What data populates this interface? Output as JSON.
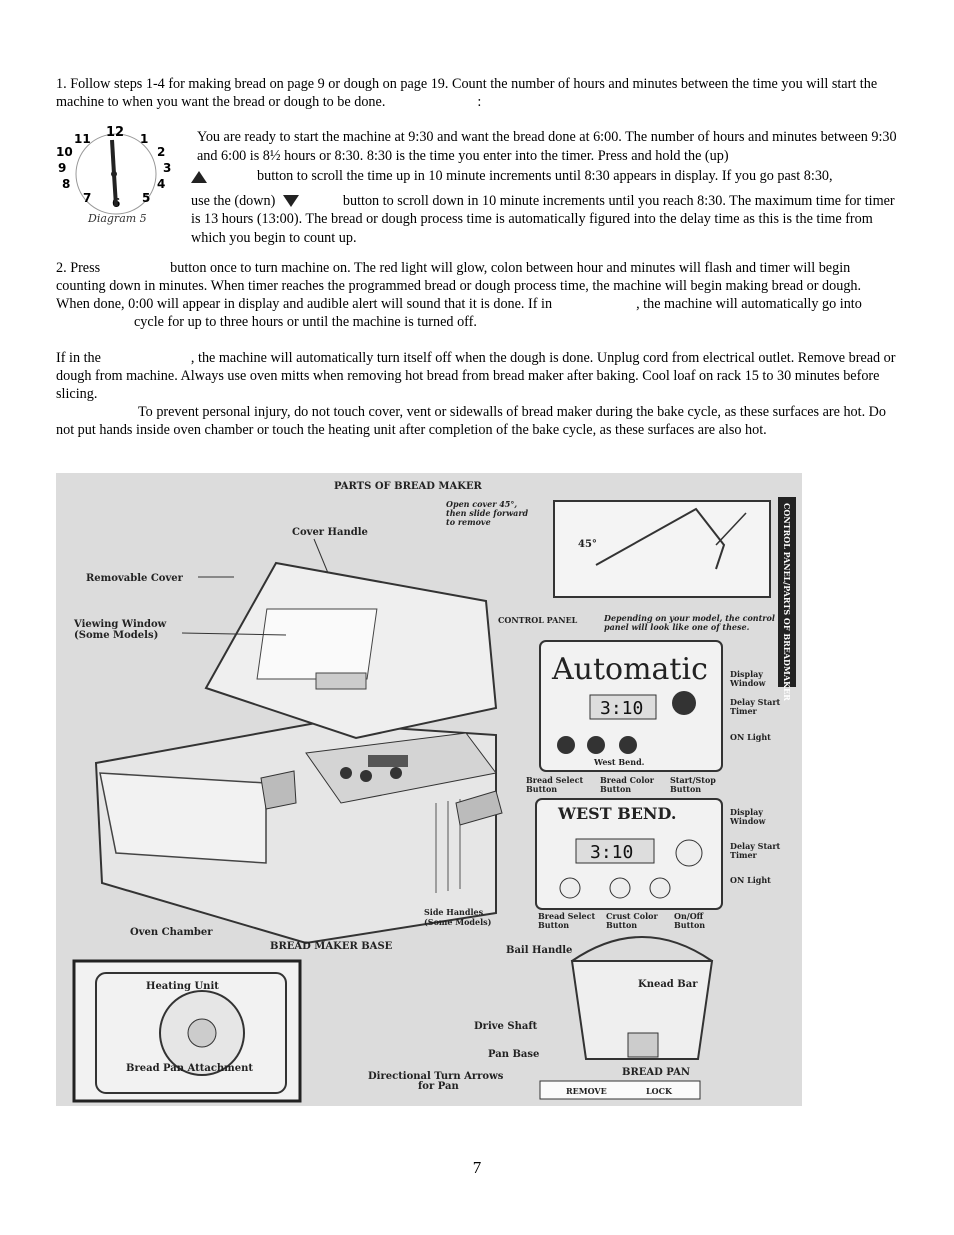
{
  "step1": {
    "text": "1. Follow steps 1-4 for making bread on page 9 or dough on page 19.  Count the number of hours and minutes between the time you will start the machine to when you want the bread or dough to be done.",
    "colon": ":"
  },
  "diagram5": {
    "caption": "Diagram 5",
    "numbers": [
      "12",
      "1",
      "2",
      "3",
      "4",
      "5",
      "6",
      "7",
      "8",
      "9",
      "10",
      "11"
    ]
  },
  "example": {
    "line1": "You are ready to start the machine at 9:30 and want the bread done at 6:00.  The number of hours and minutes between 9:30 and 6:00 is 8½ hours or 8:30.  8:30 is the time you enter into the timer. Press and hold the (up)",
    "line2": "button to scroll the time up in 10 minute increments until 8:30 appears in display.  If you go past 8:30,",
    "line3a": "use the (down)",
    "line3b": "button to scroll down in 10 minute increments until you reach 8:30.  The maximum time for timer is 13 hours (13:00).  The bread or dough process time is automatically figured into the delay time as this is the time from which you begin to count up."
  },
  "step2": {
    "a": "2.  Press",
    "b": "button once to turn machine on.  The red light will glow, colon between hour and minutes will flash and timer will begin counting down in minutes. When timer reaches the programmed bread or dough process time, the machine will begin making bread or dough.  When done, 0:00 will appear in display and audible alert will sound that it is done.  If in",
    "c": ", the machine will automatically go into",
    "d": "cycle for up to three hours or until the machine is turned off."
  },
  "para3": {
    "a": "If in the",
    "b": ", the machine will automatically turn itself off when the dough is done.  Unplug cord from electrical outlet. Remove bread or dough from machine.  Always use oven mitts when removing hot bread from bread maker after baking.  Cool loaf on rack 15 to 30 minutes before slicing.",
    "c": "To prevent personal injury, do not touch cover, vent or sidewalls of bread maker during the bake cycle, as these surfaces are hot.  Do not put hands inside oven chamber or touch the heating unit after completion of the bake cycle, as these surfaces are also hot."
  },
  "figure": {
    "title": "PARTS OF BREAD MAKER",
    "side_tab": "CONTROL PANEL/PARTS OF BREADMAKER",
    "cover_handle": "Cover Handle",
    "removable_cover": "Removable Cover",
    "viewing_window": "Viewing Window",
    "viewing_window_note": "(Some Models)",
    "open_cover_note1": "Open cover 45°,",
    "open_cover_note2": "then slide forward",
    "open_cover_note3": "to remove",
    "angle": "45°",
    "control_panel": "CONTROL PANEL",
    "control_panel_note1": "Depending on your model, the control",
    "control_panel_note2": "panel will look like one of these.",
    "panel1_brand": "Automatic",
    "panel1_display": "3:10",
    "panel1_footer": "West Bend.",
    "panel2_brand": "WEST BEND.",
    "panel2_display": "3:10",
    "display_window": "Display",
    "display_window2": "Window",
    "delay_start": "Delay Start",
    "delay_start2": "Timer",
    "on_light": "ON Light",
    "bread_select": "Bread Select",
    "bread_color": "Bread Color",
    "start_stop": "Start/Stop",
    "crust_color": "Crust Color",
    "on_off": "On/Off",
    "button_word": "Button",
    "side_handles": "Side Handles",
    "side_handles_note": "(Some Models)",
    "oven_chamber": "Oven Chamber",
    "base": "BREAD MAKER BASE",
    "bail_handle": "Bail Handle",
    "heating_unit": "Heating Unit",
    "knead_bar": "Knead Bar",
    "drive_shaft": "Drive Shaft",
    "pan_base": "Pan Base",
    "bread_pan_attachment": "Bread Pan Attachment",
    "directional_arrows": "Directional Turn Arrows",
    "directional_arrows2": "for Pan",
    "bread_pan": "BREAD PAN",
    "remove": "REMOVE",
    "lock": "LOCK"
  },
  "page_number": "7"
}
